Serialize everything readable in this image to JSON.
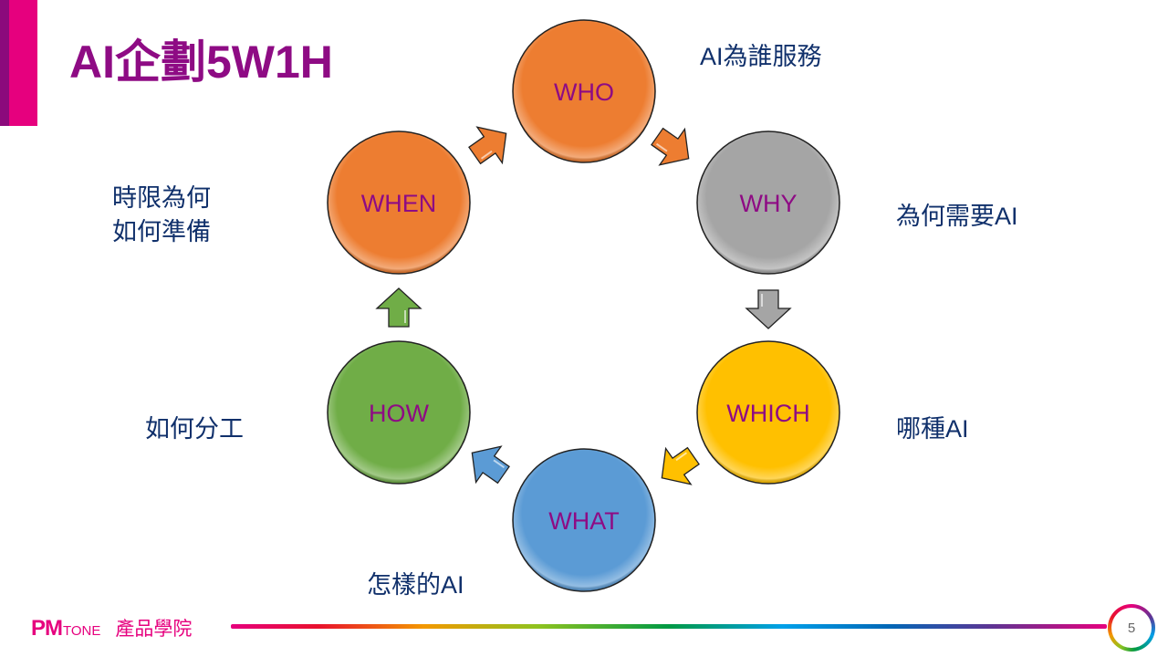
{
  "slide": {
    "title": "AI企劃5W1H",
    "page_number": "5"
  },
  "branding": {
    "logo_pm": "PM",
    "logo_tone": "TONE",
    "academy": "產品學院",
    "colors": {
      "magenta": "#E6007E",
      "purple": "#8B0A7C",
      "title": "#8E0B84",
      "text_navy": "#10306B"
    }
  },
  "cycle": {
    "nodes": [
      {
        "key": "who",
        "label": "WHO",
        "color": "#ED7D31",
        "description": [
          "AI為誰服務"
        ]
      },
      {
        "key": "why",
        "label": "WHY",
        "color": "#A5A5A5",
        "description": [
          "為何需要AI"
        ]
      },
      {
        "key": "which",
        "label": "WHICH",
        "color": "#FFC000",
        "description": [
          "哪種AI"
        ]
      },
      {
        "key": "what",
        "label": "WHAT",
        "color": "#5B9BD5",
        "description": [
          "怎樣的AI"
        ]
      },
      {
        "key": "how",
        "label": "HOW",
        "color": "#70AD47",
        "description": [
          "如何分工"
        ]
      },
      {
        "key": "when",
        "label": "WHEN",
        "color": "#ED7D31",
        "description": [
          "時限為何",
          "如何準備"
        ]
      }
    ],
    "arrow_colors": [
      "#ED7D31",
      "#A5A5A5",
      "#FFC000",
      "#5B9BD5",
      "#70AD47",
      "#ED7D31"
    ]
  }
}
